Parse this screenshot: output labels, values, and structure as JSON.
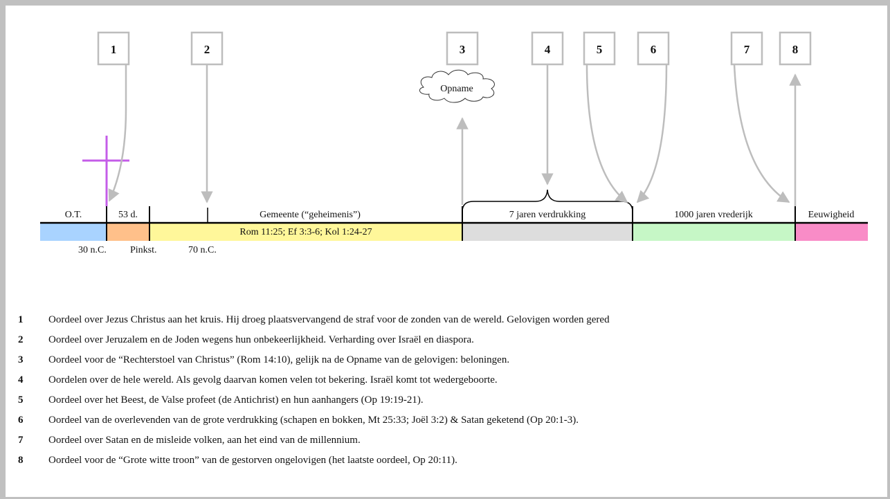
{
  "diagram": {
    "callouts": [
      "1",
      "2",
      "3",
      "4",
      "5",
      "6",
      "7",
      "8"
    ],
    "cloud_label": "Opname",
    "eras": [
      {
        "label": "O.T.",
        "color": "#a9d3ff"
      },
      {
        "label": "53 d.",
        "color": "#ffc08a"
      },
      {
        "label": "Gemeente (“geheimenis”)",
        "color": "#fff79a"
      },
      {
        "label": "7 jaren verdrukking",
        "color": "#dddddd"
      },
      {
        "label": "1000 jaren vrederijk",
        "color": "#c6f7c6"
      },
      {
        "label": "Eeuwigheid",
        "color": "#f98cc7"
      }
    ],
    "church_refs": "Rom 11:25; Ef 3:3-6; Kol 1:24-27",
    "dates": [
      "30 n.C.",
      "Pinkst.",
      "70 n.C."
    ],
    "cross_color": "#c45de8"
  },
  "legend": [
    {
      "num": "1",
      "text": "Oordeel over Jezus Christus aan het kruis. Hij droeg plaatsvervangend de straf voor de zonden van de wereld. Gelovigen worden gered"
    },
    {
      "num": "2",
      "text": "Oordeel over Jeruzalem en de Joden wegens hun onbekeerlijkheid. Verharding over Israël en diaspora."
    },
    {
      "num": "3",
      "text": "Oordeel voor de “Rechterstoel van Christus” (Rom 14:10), gelijk na de Opname van de gelovigen: beloningen."
    },
    {
      "num": "4",
      "text": "Oordelen over de hele wereld. Als gevolg daarvan komen velen tot bekering. Israël komt tot wedergeboorte."
    },
    {
      "num": "5",
      "text": "Oordeel over het Beest, de Valse profeet (de Antichrist) en hun aanhangers (Op 19:19-21)."
    },
    {
      "num": "6",
      "text": "Oordeel van de overlevenden van de grote verdrukking (schapen en bokken, Mt 25:33; Joël 3:2) & Satan geketend (Op 20:1-3)."
    },
    {
      "num": "7",
      "text": "Oordeel over Satan en de misleide volken, aan het eind van de millennium."
    },
    {
      "num": "8",
      "text": "Oordeel voor de “Grote witte troon” van de gestorven ongelovigen (het laatste oordeel, Op 20:11)."
    }
  ]
}
